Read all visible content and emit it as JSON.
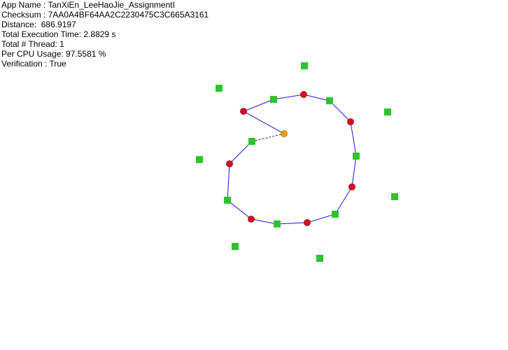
{
  "info": [
    "App Name : TanXiEn_LeeHaoJie_AssignmentI",
    "Checksum : 7AA0A4BF64AA2C2230475C3C665A3161",
    "Distance:  686.9197",
    "Total Execution Time: 2.8829 s",
    "Total # Thread: 1",
    "Per CPU Usage: 97.5581 %",
    "Verification : True"
  ],
  "colors": {
    "path_line": "#1a1adb",
    "green_node": "#2fc22f",
    "red_node": "#dd0a1e",
    "orange_node": "#f0a000"
  }
}
